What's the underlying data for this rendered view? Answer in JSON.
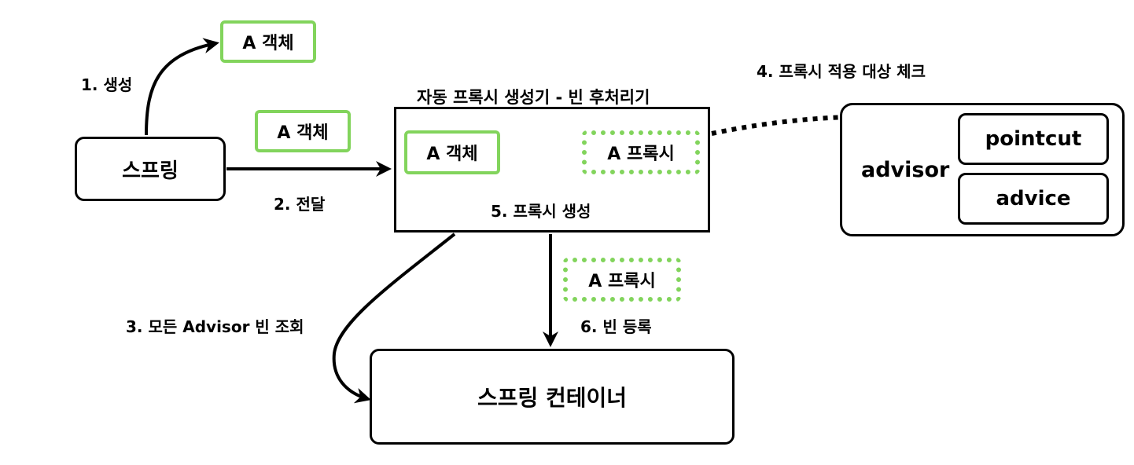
{
  "nodes": {
    "spring": "스프링",
    "auto_creator_title": "자동 프록시 생성기 - 빈 후처리기",
    "inner_object": "A 객체",
    "inner_proxy": "A 프록시",
    "proxy_create": "5. 프록시 생성",
    "advisor": "advisor",
    "pointcut": "pointcut",
    "advice": "advice",
    "container": "스프링 컨테이너"
  },
  "floating": {
    "created_object": "A 객체",
    "passed_object": "A 객체",
    "registered_proxy": "A 프록시"
  },
  "steps": {
    "step1": "1. 생성",
    "step2": "2. 전달",
    "step3": "3. 모든 Advisor 빈 조회",
    "step4": "4. 프록시 적용 대상 체크",
    "step6": "6. 빈 등록"
  },
  "colors": {
    "green_border": "#82d45c",
    "line": "#000000"
  }
}
